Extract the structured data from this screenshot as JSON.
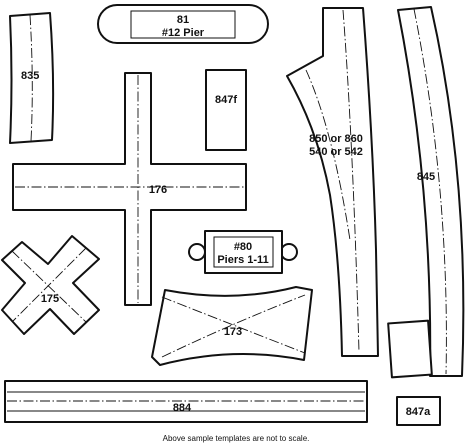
{
  "templates": {
    "t835": "835",
    "t81_line1": "81",
    "t81_line2": "#12 Pier",
    "t847f": "847f",
    "t176": "176",
    "t850_line1": "850 or 860",
    "t850_line2": "540 or 542",
    "t845": "845",
    "t80_line1": "#80",
    "t80_line2": "Piers 1-11",
    "t175": "175",
    "t173": "173",
    "t884": "884",
    "t847a": "847a"
  },
  "caption": "Above sample templates are not to scale.",
  "colors": {
    "ink": "#111111",
    "paper": "#ffffff"
  }
}
